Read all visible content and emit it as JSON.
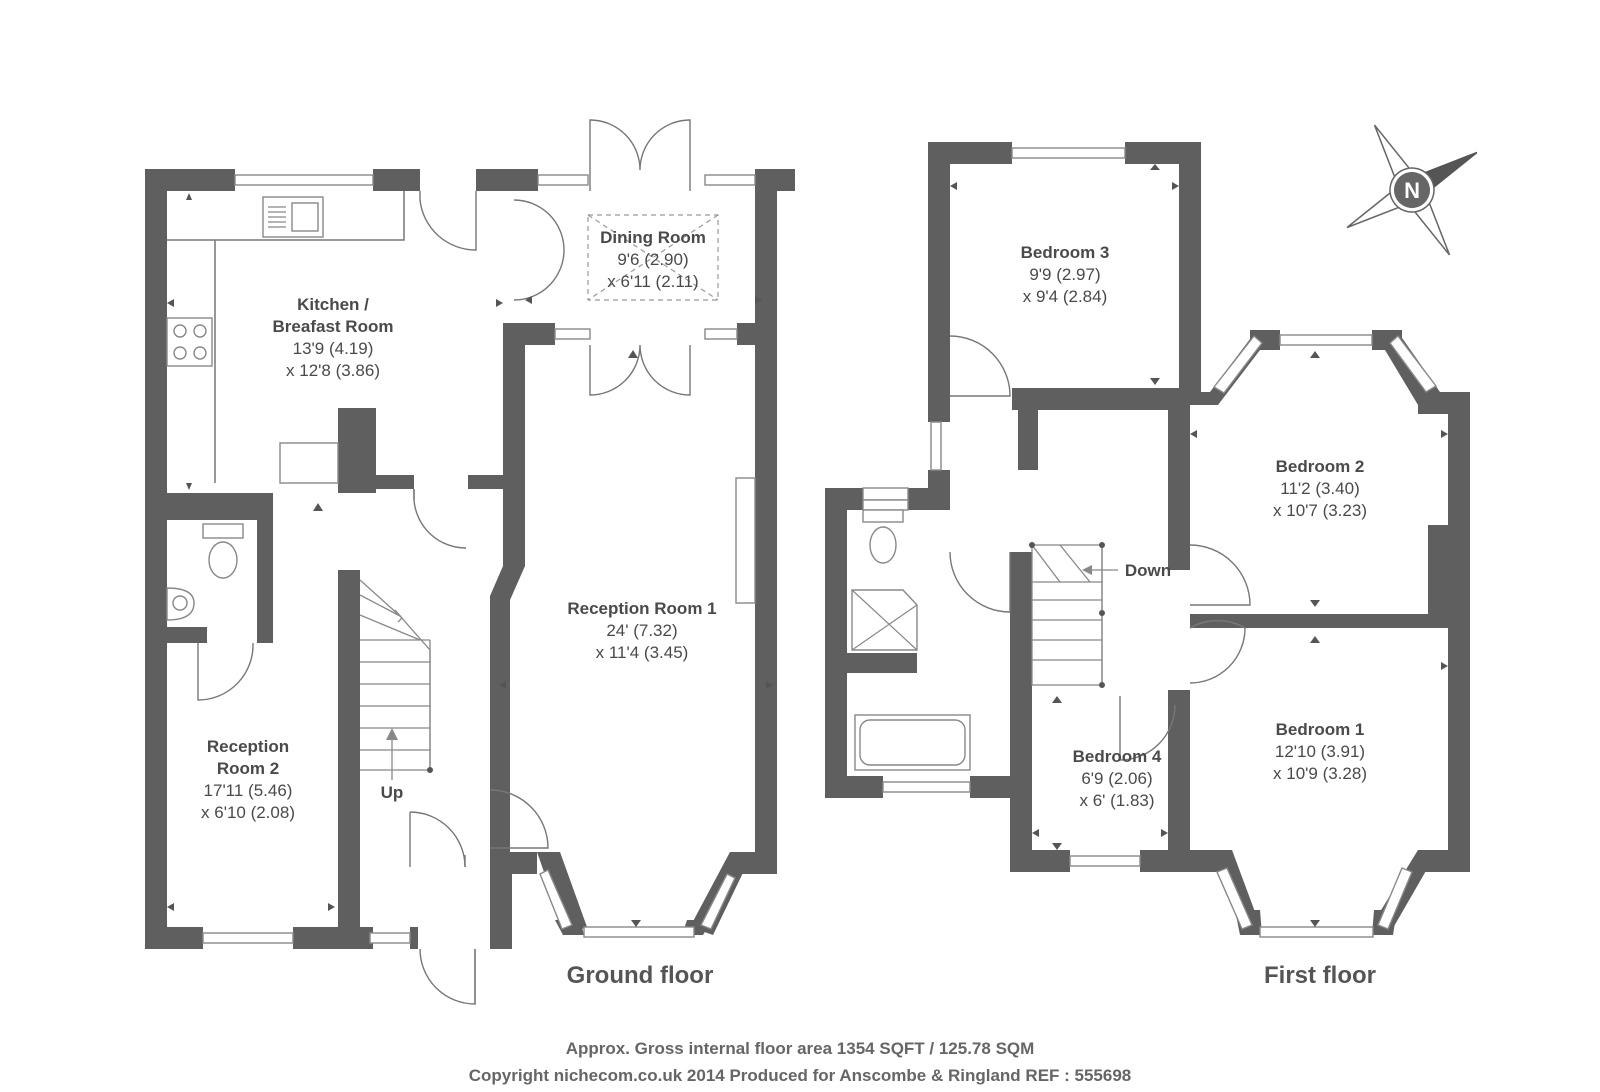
{
  "ground_floor": {
    "label": "Ground floor",
    "rooms": {
      "kitchen": {
        "name_lines": [
          "Kitchen /",
          "Breafast Room"
        ],
        "dims": [
          "13'9 (4.19)",
          "x 12'8 (3.86)"
        ]
      },
      "dining": {
        "name_lines": [
          "Dining Room"
        ],
        "dims": [
          "9'6 (2.90)",
          "x 6'11 (2.11)"
        ]
      },
      "reception1": {
        "name_lines": [
          "Reception Room 1"
        ],
        "dims": [
          "24' (7.32)",
          "x 11'4 (3.45)"
        ]
      },
      "reception2": {
        "name_lines": [
          "Reception",
          "Room 2"
        ],
        "dims": [
          "17'11 (5.46)",
          "x 6'10 (2.08)"
        ]
      }
    },
    "stairs_label": "Up"
  },
  "first_floor": {
    "label": "First floor",
    "rooms": {
      "bedroom3": {
        "name_lines": [
          "Bedroom 3"
        ],
        "dims": [
          "9'9 (2.97)",
          "x 9'4 (2.84)"
        ]
      },
      "bedroom2": {
        "name_lines": [
          "Bedroom 2"
        ],
        "dims": [
          "11'2 (3.40)",
          "x 10'7 (3.23)"
        ]
      },
      "bedroom1": {
        "name_lines": [
          "Bedroom 1"
        ],
        "dims": [
          "12'10 (3.91)",
          "x 10'9 (3.28)"
        ]
      },
      "bedroom4": {
        "name_lines": [
          "Bedroom 4"
        ],
        "dims": [
          "6'9 (2.06)",
          "x 6' (1.83)"
        ]
      }
    },
    "stairs_label": "Down"
  },
  "compass": {
    "label": "N"
  },
  "footer": {
    "area": "Approx. Gross internal floor area 1354 SQFT / 125.78 SQM",
    "copyright": "Copyright nichecom.co.uk 2014 Produced for Anscombe & Ringland REF : 555698"
  },
  "colors": {
    "wall": "#5f5f5f",
    "text": "#4a4a4a",
    "background": "#ffffff"
  }
}
